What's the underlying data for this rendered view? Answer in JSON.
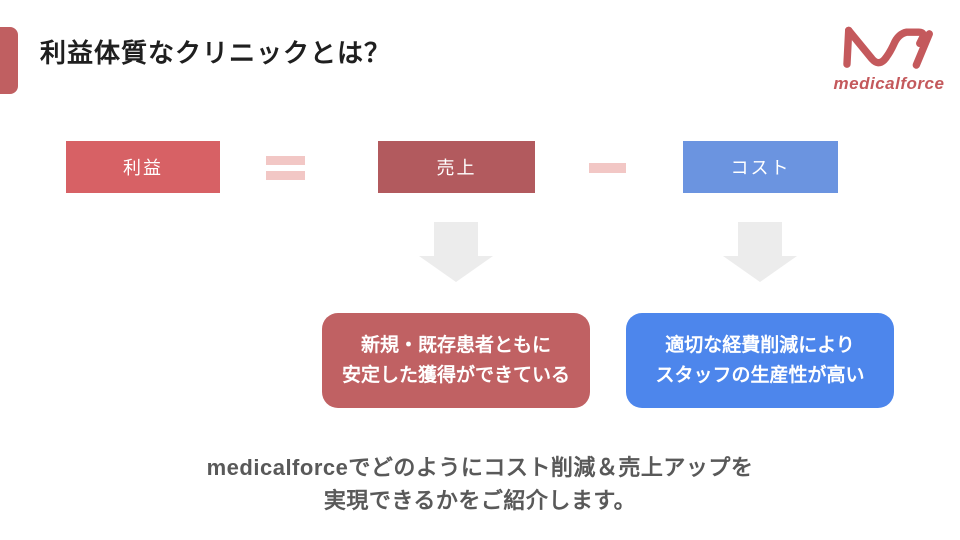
{
  "title": "利益体質なクリニックとは？",
  "logo": {
    "text": "medicalforce"
  },
  "formula": {
    "profit_label": "利益",
    "sales_label": "売上",
    "cost_label": "コスト"
  },
  "icons": {
    "equals": "=",
    "minus": "-",
    "down_arrow": "▼",
    "logo_mark": "medicalforce-m-wave"
  },
  "callouts": {
    "sales": {
      "lines": [
        "新規・既存患者ともに",
        "安定した獲得ができている"
      ]
    },
    "cost": {
      "lines": [
        "適切な経費削減により",
        "スタッフの生産性が高い"
      ]
    }
  },
  "footer": {
    "lines": [
      "medicalforceでどのようにコスト削減＆売上アップを",
      "実現できるかをご紹介します。"
    ]
  },
  "colors": {
    "accent_marker": "#c05f61",
    "logo": "#c4595c",
    "profit_box": "#d76165",
    "sales_box": "#b25a5e",
    "cost_box": "#6b94e0",
    "operator": "#f2c7c5",
    "arrow": "#ececec",
    "sales_callout": "#c06163",
    "cost_callout": "#4d86ec",
    "title_text": "#1f1f1f",
    "footer_text": "#595959"
  }
}
